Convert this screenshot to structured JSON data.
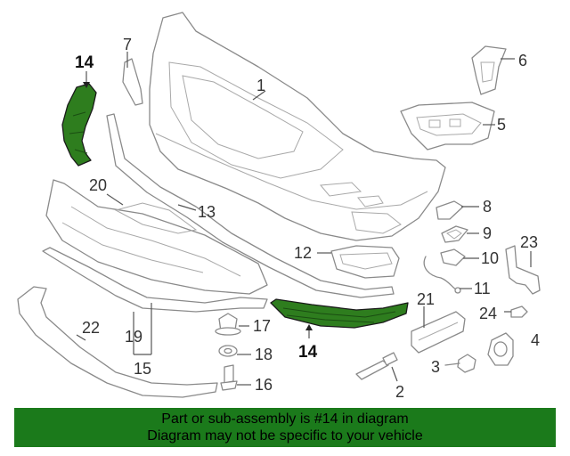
{
  "colors": {
    "highlight": "#2e7d1e",
    "banner_bg": "#1b7a1b",
    "outline": "#8a8a8a"
  },
  "callouts": {
    "c1": "1",
    "c2": "2",
    "c3": "3",
    "c4": "4",
    "c5": "5",
    "c6": "6",
    "c7": "7",
    "c8": "8",
    "c9": "9",
    "c10": "10",
    "c11": "11",
    "c12": "12",
    "c13": "13",
    "c14_top": "14",
    "c14_bottom": "14",
    "c15": "15",
    "c16": "16",
    "c17": "17",
    "c18": "18",
    "c19": "19",
    "c20": "20",
    "c21": "21",
    "c22": "22",
    "c23": "23",
    "c24": "24"
  },
  "banner": {
    "line1": "Part or sub-assembly is #14 in diagram",
    "line2": "Diagram may not be specific to your vehicle"
  }
}
